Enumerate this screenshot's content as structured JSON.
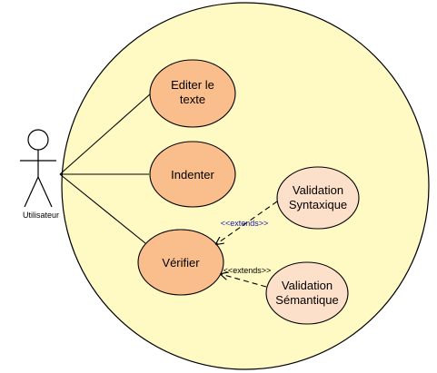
{
  "actor": {
    "label": "Utilisateur"
  },
  "use_cases": {
    "editer_line1": "Editer le",
    "editer_line2": "texte",
    "indenter": "Indenter",
    "verifier": "Vérifier",
    "validation_syntaxique_line1": "Validation",
    "validation_syntaxique_line2": "Syntaxique",
    "validation_semantique_line1": "Validation",
    "validation_semantique_line2": "Sémantique"
  },
  "relations": {
    "extends_1": "<<extends>>",
    "extends_2": "<<extends>>"
  },
  "colors": {
    "system_fill": "#fff9c4",
    "core_usecase_fill": "#f9be8c",
    "extension_usecase_fill": "#fde0c9",
    "extends_label_1": "#1a1aaa",
    "extends_label_2": "#000000"
  }
}
